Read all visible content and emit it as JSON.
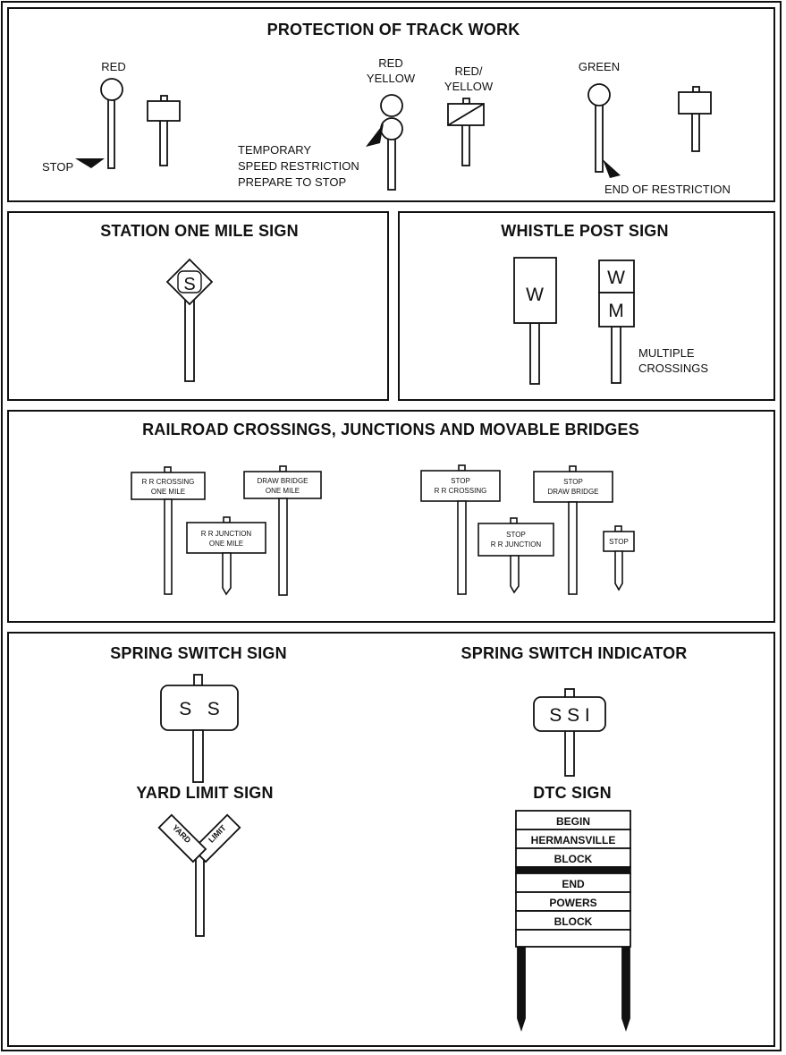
{
  "track_work": {
    "title": "PROTECTION OF TRACK WORK",
    "red": "RED",
    "stop": "STOP",
    "red_yellow_1": "RED",
    "red_yellow_2": "YELLOW",
    "red_slash_yellow_1": "RED/",
    "red_slash_yellow_2": "YELLOW",
    "temp_1": "TEMPORARY",
    "temp_2": "SPEED RESTRICTION",
    "temp_3": "PREPARE TO STOP",
    "green": "GREEN",
    "end_restriction": "END OF RESTRICTION"
  },
  "station_sign": {
    "title": "STATION ONE MILE SIGN",
    "letter": "S"
  },
  "whistle_sign": {
    "title": "WHISTLE POST SIGN",
    "w1": "W",
    "w2": "W",
    "m": "M",
    "multi_1": "MULTIPLE",
    "multi_2": "CROSSINGS"
  },
  "crossings": {
    "title": "RAILROAD CROSSINGS, JUNCTIONS AND MOVABLE BRIDGES",
    "rr_crossing_1": "R  R  CROSSING",
    "rr_crossing_2": "ONE MILE",
    "draw_bridge_1": "DRAW BRIDGE",
    "draw_bridge_2": "ONE MILE",
    "rr_junction_1": "R  R  JUNCTION",
    "rr_junction_2": "ONE MILE",
    "stop_rr_1": "STOP",
    "stop_rr_2": "R  R  CROSSING",
    "stop_db_1": "STOP",
    "stop_db_2": "DRAW BRIDGE",
    "stop_jn_1": "STOP",
    "stop_jn_2": "R  R  JUNCTION",
    "stop_small": "STOP"
  },
  "bottom": {
    "spring_switch_title": "SPRING SWITCH SIGN",
    "ss_text": "S   S",
    "ssi_title": "SPRING SWITCH INDICATOR",
    "ssi_text": "S S I",
    "yard_title": "YARD LIMIT SIGN",
    "yard_word": "YARD",
    "limit_word": "LIMIT",
    "dtc_title": "DTC SIGN",
    "dtc_boards": [
      "BEGIN",
      "HERMANSVILLE",
      "BLOCK",
      "END",
      "POWERS",
      "BLOCK"
    ]
  }
}
